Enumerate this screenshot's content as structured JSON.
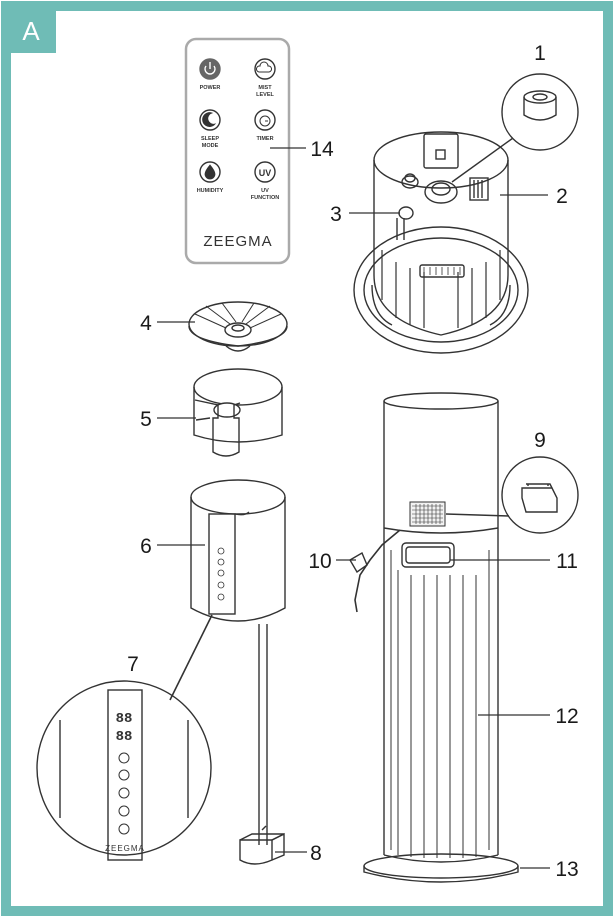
{
  "panel_label": "A",
  "colors": {
    "border": "#6fbcb6",
    "badge": "#6fbcb6",
    "line": "#333333"
  },
  "remote": {
    "buttons": [
      {
        "icon": "power-icon",
        "label_lines": [
          "POWER"
        ]
      },
      {
        "icon": "mist-cloud-icon",
        "label_lines": [
          "MIST",
          "LEVEL"
        ]
      },
      {
        "icon": "moon-icon",
        "label_lines": [
          "SLEEP",
          "MODE"
        ]
      },
      {
        "icon": "timer-icon",
        "label_lines": [
          "TIMER"
        ]
      },
      {
        "icon": "droplet-icon",
        "label_lines": [
          "HUMIDITY"
        ]
      },
      {
        "icon": "uv-icon",
        "label_lines": [
          "UV",
          "FUNCTION"
        ]
      }
    ],
    "brand": "ZEEGMA",
    "uv_glyph": "UV"
  },
  "panel_brand": "ZEEGMA",
  "display_digits": "88",
  "callouts": [
    "1",
    "2",
    "3",
    "4",
    "5",
    "6",
    "7",
    "8",
    "9",
    "10",
    "11",
    "12",
    "13",
    "14"
  ]
}
